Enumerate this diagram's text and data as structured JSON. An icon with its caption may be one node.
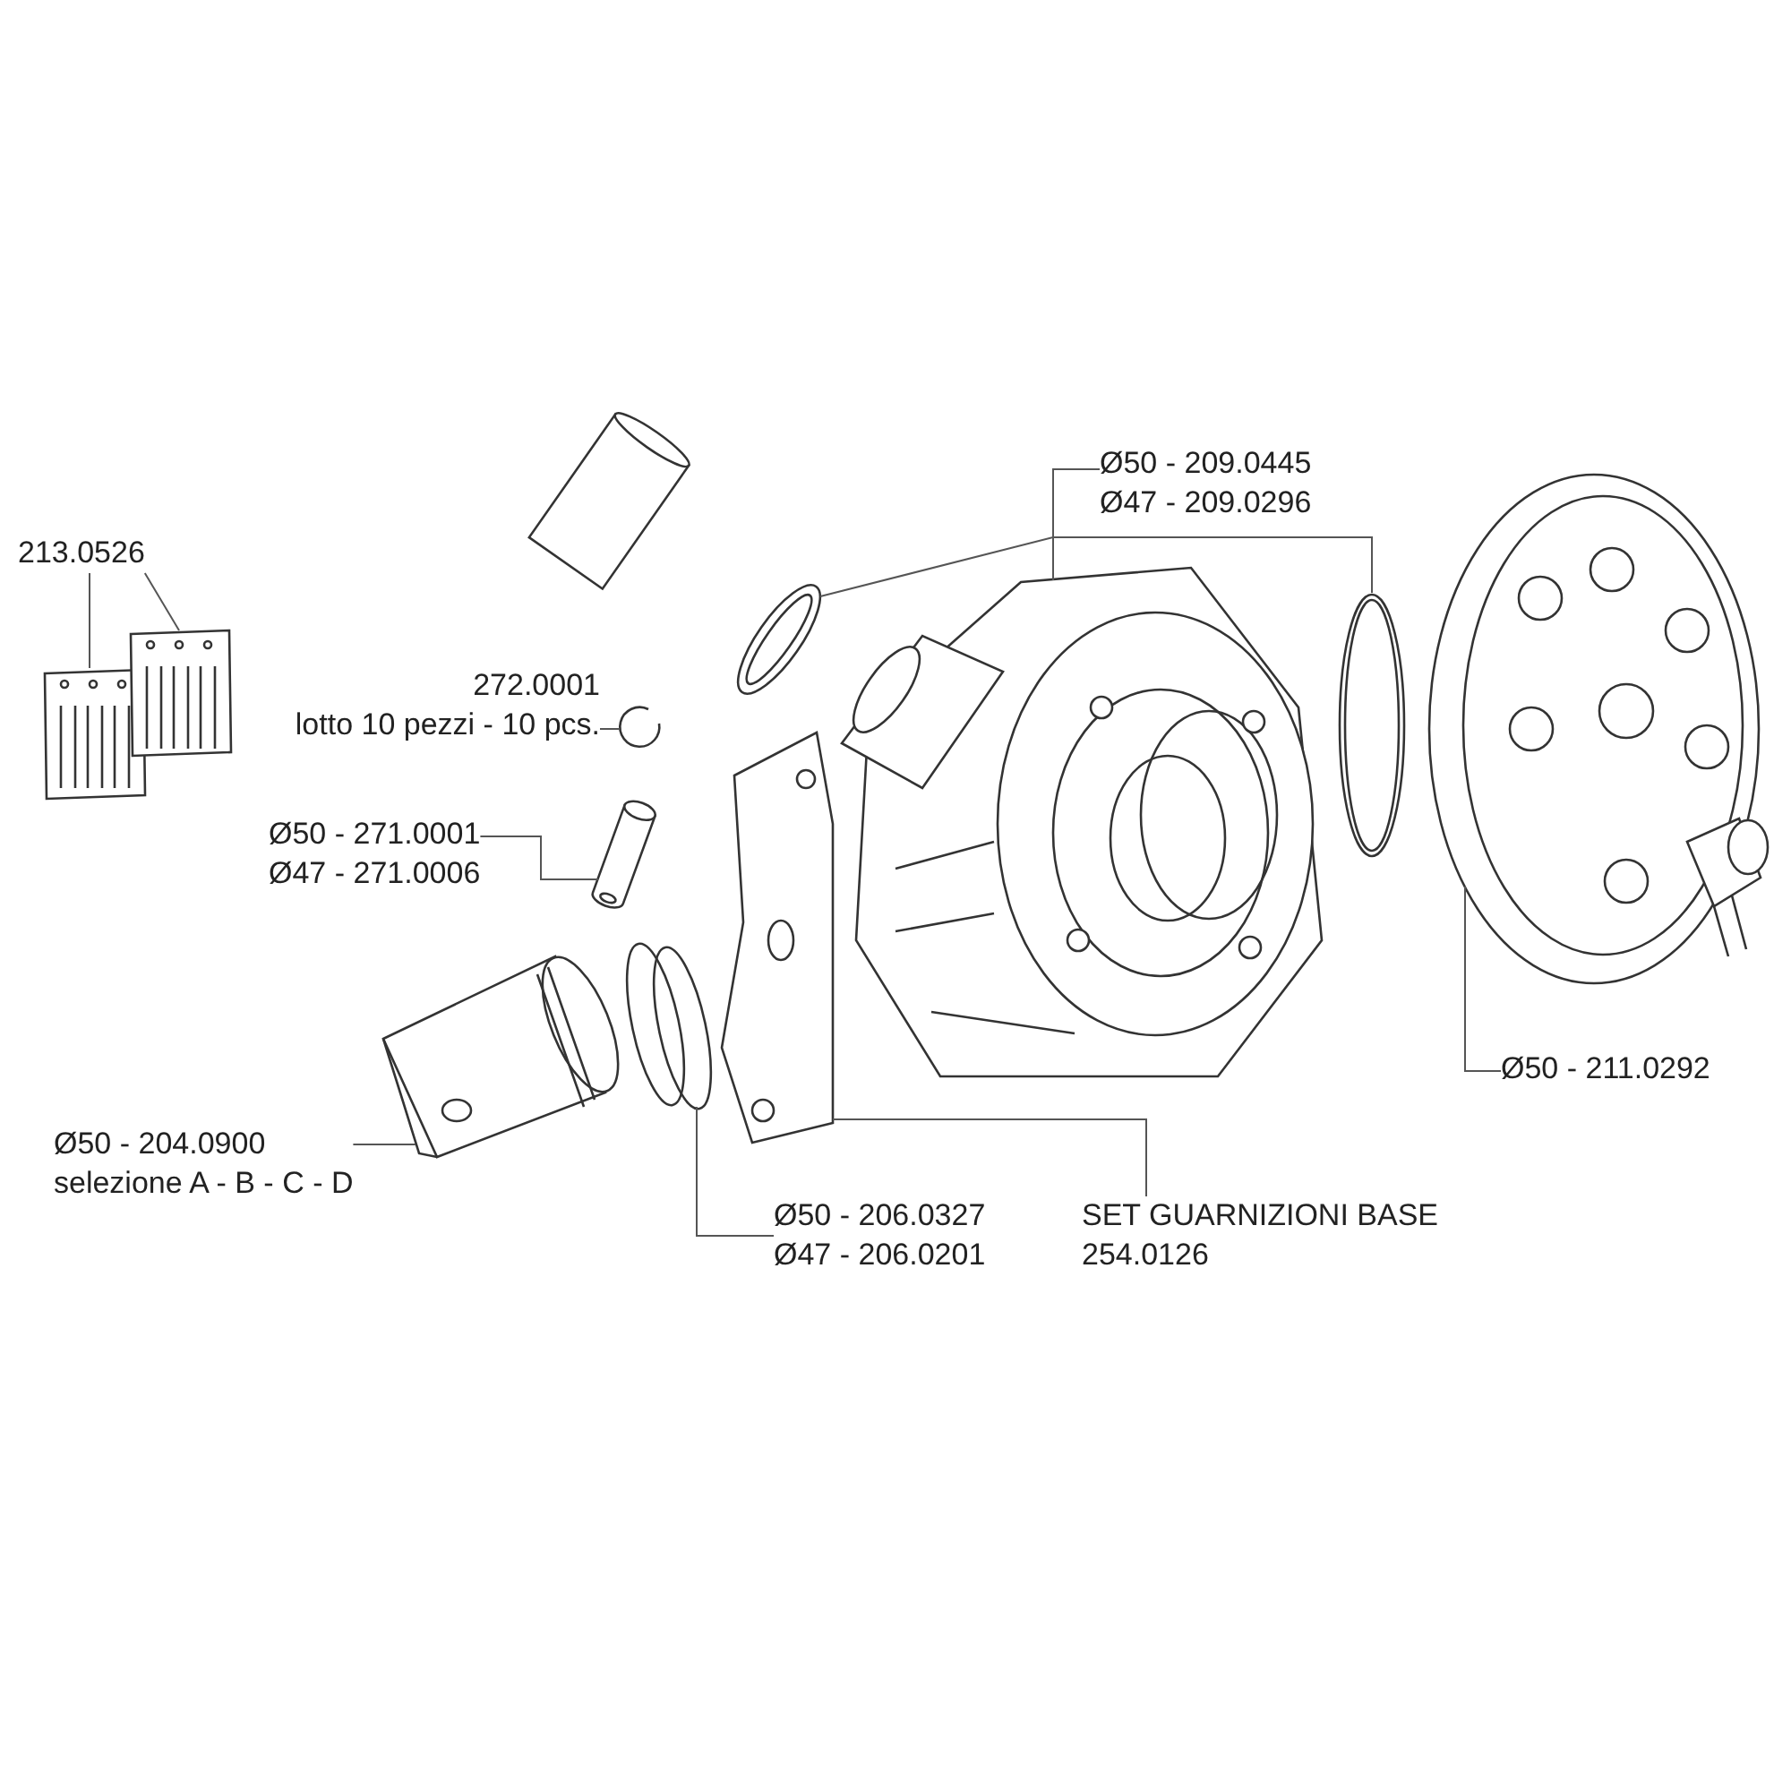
{
  "diagram": {
    "nodes": [
      {
        "text": [
          "213.0526"
        ]
      },
      {
        "text": [],
        "shape": "picture"
      },
      {
        "text": [],
        "shape": "picture"
      },
      {
        "text": [
          "Ø50 - 209.0445",
          "Ø47 - 209.0296"
        ]
      },
      {
        "text": [],
        "shape": "picture"
      },
      {
        "text": [],
        "shape": "picture"
      },
      {
        "text": [],
        "shape": "picture"
      },
      {
        "text": [
          "272.0001",
          "lotto 10 pezzi - 10 pcs."
        ]
      },
      {
        "text": [],
        "shape": "picture"
      },
      {
        "text": [
          "Ø50 - 271.0001",
          "Ø47 - 271.0006"
        ]
      },
      {
        "text": [],
        "shape": "picture"
      },
      {
        "text": [],
        "shape": "picture"
      },
      {
        "text": [
          "Ø50 - 211.0292"
        ]
      },
      {
        "text": [],
        "shape": "picture"
      },
      {
        "text": [
          "Ø50 - 204.0900",
          "selezione A - B - C - D"
        ]
      },
      {
        "text": [],
        "shape": "circle"
      },
      {
        "text": [
          "Ø50 - 206.0327",
          "Ø47 - 206.0201"
        ]
      },
      {
        "text": [],
        "shape": "picture"
      },
      {
        "text": [
          "SET GUARNIZIONI BASE",
          "254.0126"
        ]
      }
    ],
    "edges": [
      {
        "from": 0,
        "to": 1,
        "arrow": "none"
      },
      {
        "from": 0,
        "to": 2,
        "arrow": "none"
      },
      {
        "from": 3,
        "to": 4,
        "arrow": "none"
      },
      {
        "from": 3,
        "to": 5,
        "arrow": "none"
      },
      {
        "from": 3,
        "to": 6,
        "arrow": "none"
      },
      {
        "from": 7,
        "to": 8,
        "arrow": "none"
      },
      {
        "from": 9,
        "to": 10,
        "arrow": "none"
      },
      {
        "from": 12,
        "to": 11,
        "arrow": "none"
      },
      {
        "from": 14,
        "to": 13,
        "arrow": "none"
      },
      {
        "from": 16,
        "to": 15,
        "arrow": "none"
      },
      {
        "from": 18,
        "to": 17,
        "arrow": "none"
      }
    ]
  }
}
